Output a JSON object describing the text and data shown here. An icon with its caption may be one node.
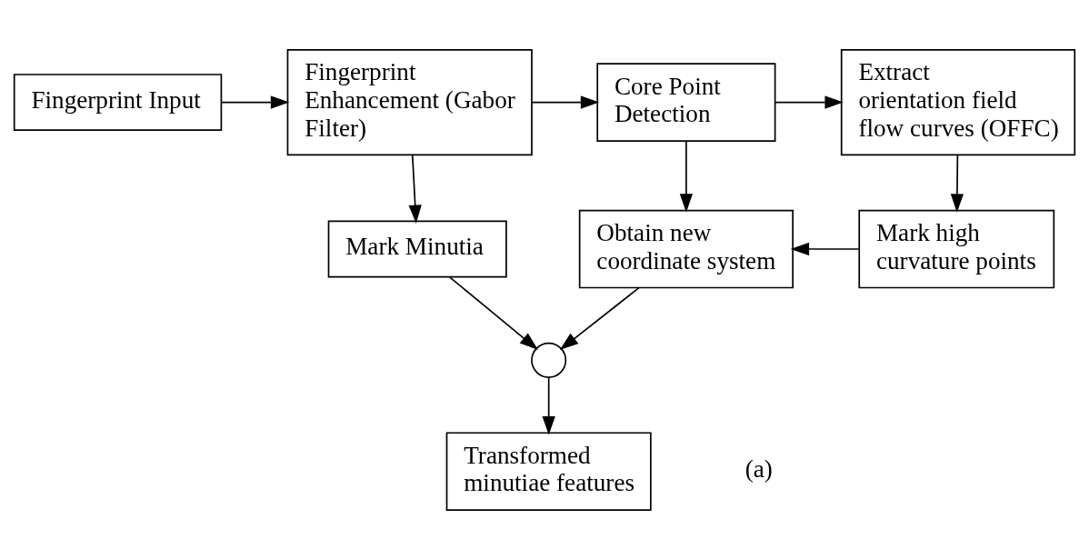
{
  "diagram": {
    "nodes": [
      {
        "text": [
          "Fingerprint Input"
        ]
      },
      {
        "text": [
          "Fingerprint Enhancement (Gabor Filter)"
        ]
      },
      {
        "text": [
          "Core Point Detection"
        ]
      },
      {
        "text": [
          "Extract orientation field flow curves (OFFC)"
        ]
      },
      {
        "text": [
          "Mark Minutia"
        ]
      },
      {
        "text": [
          "Obtain new coordinate system"
        ]
      },
      {
        "text": [
          "Mark high curvature points"
        ]
      },
      {
        "text": [],
        "shape": "circle"
      },
      {
        "text": [
          "Transformed minutiae features"
        ]
      }
    ],
    "edges": [
      {
        "from": 0,
        "to": 1,
        "arrow": "to"
      },
      {
        "from": 1,
        "to": 2,
        "arrow": "to"
      },
      {
        "from": 2,
        "to": 3,
        "arrow": "to"
      },
      {
        "from": 1,
        "to": 4,
        "arrow": "to"
      },
      {
        "from": 2,
        "to": 5,
        "arrow": "to"
      },
      {
        "from": 3,
        "to": 6,
        "arrow": "to"
      },
      {
        "from": 6,
        "to": 5,
        "arrow": "to"
      },
      {
        "from": 4,
        "to": 7,
        "arrow": "to"
      },
      {
        "from": 5,
        "to": 7,
        "arrow": "to"
      },
      {
        "from": 7,
        "to": 8,
        "arrow": "to"
      }
    ],
    "labels": [
      "(a)"
    ]
  }
}
